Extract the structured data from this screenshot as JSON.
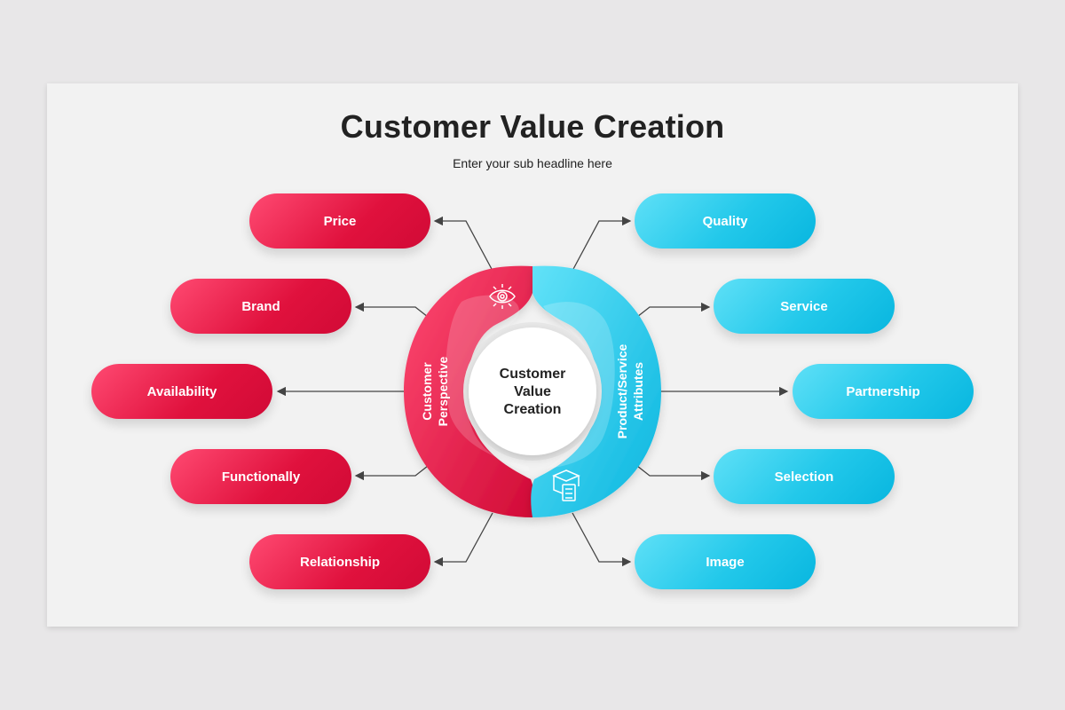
{
  "title": "Customer Value Creation",
  "subtitle": "Enter your sub headline here",
  "center": {
    "line1": "Customer",
    "line2": "Value",
    "line3": "Creation"
  },
  "left_arc": {
    "label_line1": "Customer",
    "label_line2": "Perspective",
    "icon": "eye-target-icon",
    "color": "#e8174a"
  },
  "right_arc": {
    "label_line1": "Product/Service",
    "label_line2": "Attributes",
    "icon": "box-checklist-icon",
    "color": "#1ec3e9"
  },
  "left_items": [
    "Price",
    "Brand",
    "Availability",
    "Functionally",
    "Relationship"
  ],
  "right_items": [
    "Quality",
    "Service",
    "Partnership",
    "Selection",
    "Image"
  ]
}
